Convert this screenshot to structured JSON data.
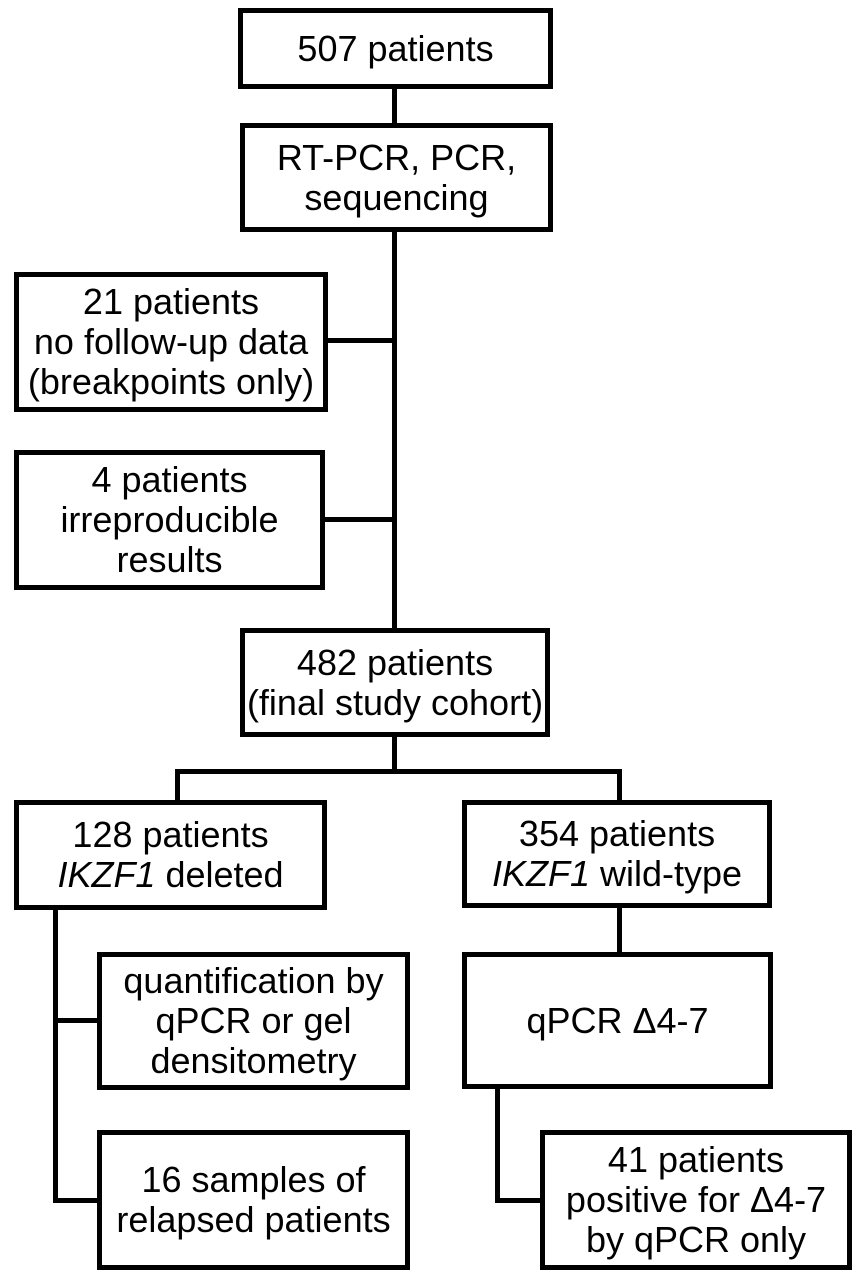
{
  "diagram": {
    "background_color": "#ffffff",
    "connector_color": "#000000",
    "text_color": "#000000",
    "boxes": {
      "patients_507": {
        "lines": [
          "507 patients"
        ]
      },
      "rt_pcr": {
        "lines": [
          "RT-PCR, PCR,",
          "sequencing"
        ]
      },
      "no_followup": {
        "lines": [
          "21 patients",
          "no follow-up data",
          "(breakpoints only)"
        ]
      },
      "irreproducible": {
        "lines": [
          "4 patients",
          "irreproducible",
          "results"
        ]
      },
      "final_cohort": {
        "lines": [
          "482 patients",
          "(final study cohort)"
        ]
      },
      "ikzf1_deleted": {
        "line1": "128 patients",
        "gene": "IKZF1",
        "line2_rest": " deleted"
      },
      "ikzf1_wildtype": {
        "line1": "354 patients",
        "gene": "IKZF1",
        "line2_rest": " wild-type"
      },
      "quantification": {
        "lines": [
          "quantification by",
          "qPCR or gel",
          "densitometry"
        ]
      },
      "qpcr_delta47": {
        "lines": [
          "qPCR Δ4-7"
        ]
      },
      "relapsed_samples": {
        "lines": [
          "16 samples of",
          "relapsed patients"
        ]
      },
      "positive_delta47": {
        "lines": [
          "41 patients",
          "positive for Δ4-7",
          "by qPCR only"
        ]
      }
    }
  }
}
